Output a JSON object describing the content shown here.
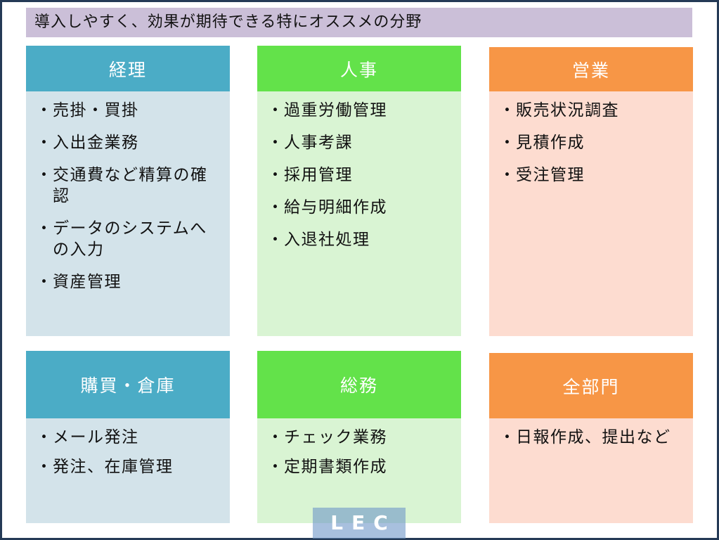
{
  "title": "導入しやすく、効果が期待できる特にオススメの分野",
  "bullet": "・",
  "cards": [
    {
      "label": "経理",
      "items": [
        "売掛・買掛",
        "入出金業務",
        "交通費など精算の確認",
        "データのシステムへの入力",
        "資産管理"
      ]
    },
    {
      "label": "人事",
      "items": [
        "過重労働管理",
        "人事考課",
        "採用管理",
        "給与明細作成",
        "入退社処理"
      ]
    },
    {
      "label": "営業",
      "items": [
        "販売状況調査",
        "見積作成",
        "受注管理"
      ]
    },
    {
      "label": "購買・倉庫",
      "items": [
        "メール発注",
        "発注、在庫管理"
      ]
    },
    {
      "label": "総務",
      "items": [
        "チェック業務",
        "定期書類作成"
      ]
    },
    {
      "label": "全部門",
      "items": [
        "日報作成、提出など"
      ]
    }
  ],
  "logo": "LEC",
  "colors": {
    "blue": "#4bacc6",
    "green": "#63e24a",
    "orange": "#f79646",
    "title_bg": "#cbbfd8"
  }
}
